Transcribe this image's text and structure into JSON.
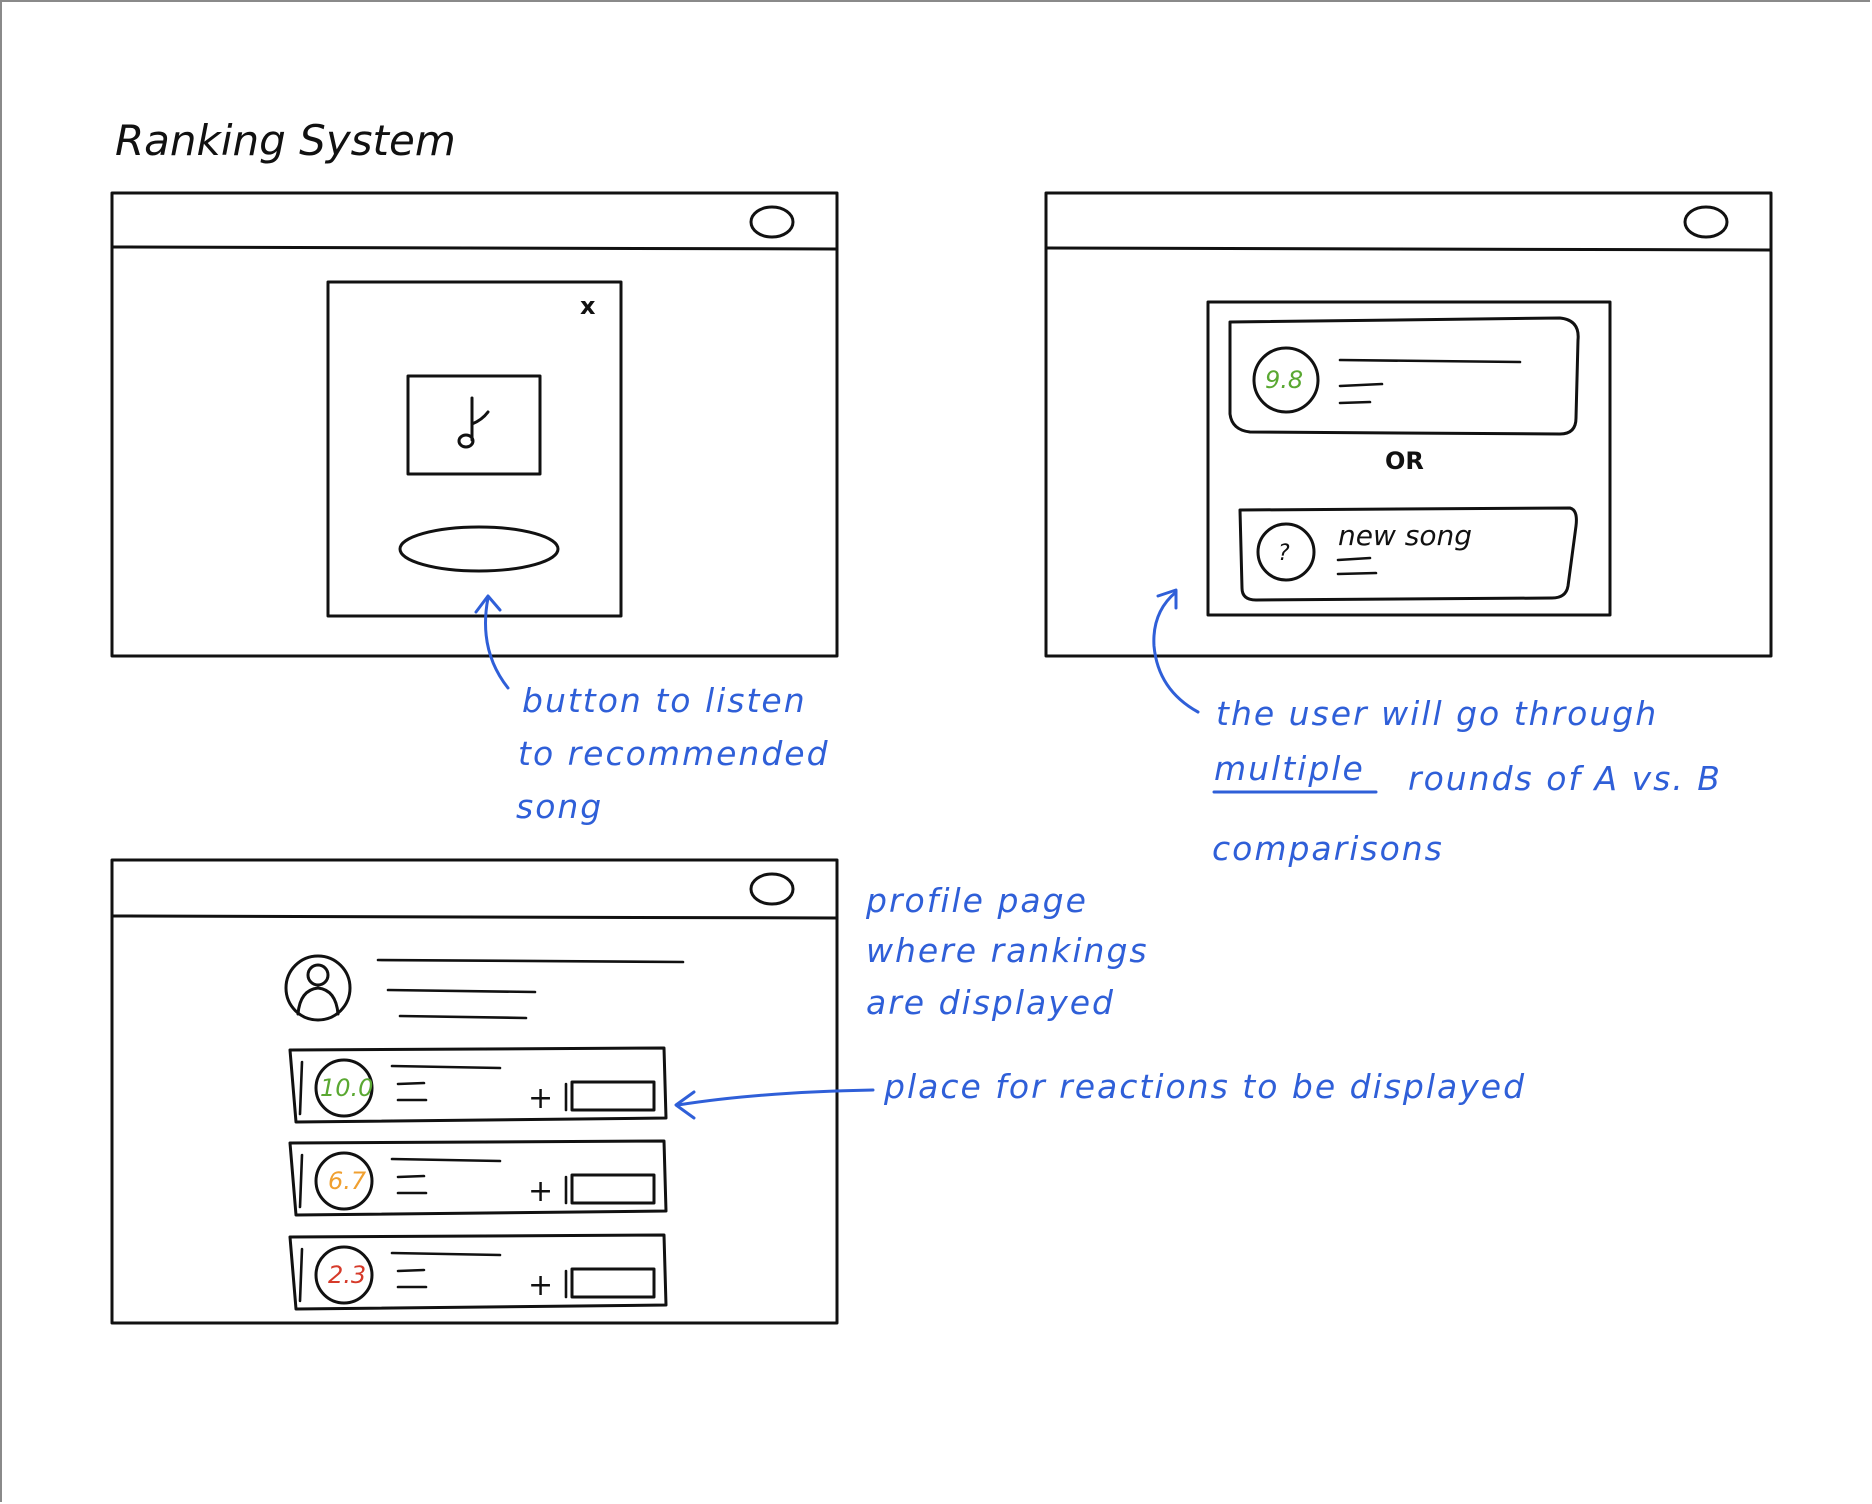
{
  "title": "Ranking System",
  "panel_recommend": {
    "close_glyph": "x",
    "note_glyph": "♪",
    "annotation_lines": [
      "button to listen",
      "to recommended",
      "song"
    ]
  },
  "panel_compare": {
    "existing_song": {
      "score": "9.8",
      "score_color": "#5aa832"
    },
    "or_label": "OR",
    "new_song": {
      "label": "new song",
      "score": "?"
    },
    "annotation_lines": [
      "the user will go through",
      "multiple",
      "rounds of A vs. B",
      "comparisons"
    ]
  },
  "panel_profile": {
    "annotation_lines": [
      "profile page",
      "where rankings",
      "are displayed"
    ],
    "reactions_annotation": "place for reactions to be displayed",
    "rankings": [
      {
        "score": "10.0",
        "color": "#5aa832",
        "plus": "+"
      },
      {
        "score": "6.7",
        "color": "#f0a030",
        "plus": "+"
      },
      {
        "score": "2.3",
        "color": "#d63a2a",
        "plus": "+"
      }
    ]
  },
  "colors": {
    "ink": "#111111",
    "annotation": "#2f5fd8"
  }
}
